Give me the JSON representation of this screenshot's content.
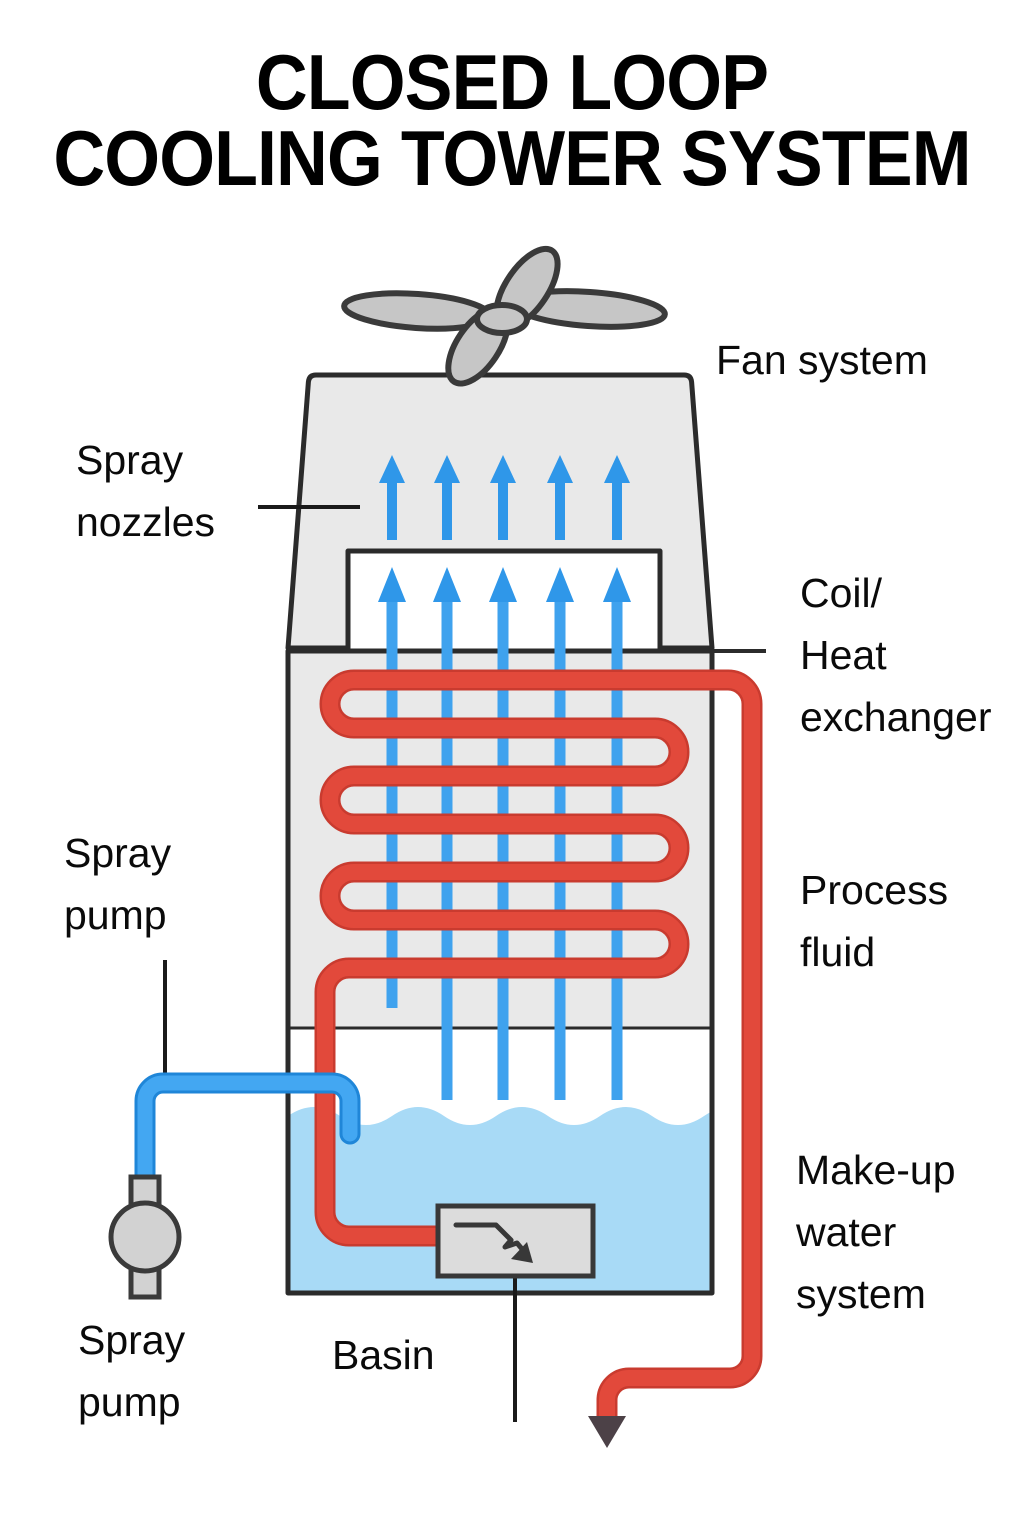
{
  "title": {
    "line1": "CLOSED LOOP",
    "line2": "COOLING TOWER SYSTEM"
  },
  "labels": {
    "fan_system": "Fan system",
    "spray_nozzles": "Spray\nnozzles",
    "coil_heat_exchanger": "Coil/\nHeat\nexchanger",
    "spray_pump_upper": "Spray\npump",
    "process_fluid": "Process\nfluid",
    "make_up_water_system": "Make-up\nwater\nsystem",
    "spray_pump_lower": "Spray\npump",
    "basin": "Basin"
  },
  "icons": [
    "fan-icon",
    "spray-arrow-up-icon",
    "coil-pipe-icon",
    "spray-pipe-icon",
    "spray-pump-icon",
    "bleed-valve-icon",
    "outlet-arrow-icon"
  ],
  "colors": {
    "background": "#ffffff",
    "title_text": "#000000",
    "label_text": "#0a0a0a",
    "tower_fill": "#e9e9e9",
    "tower_outline": "#2b2b2b",
    "fan_fill": "#c6c6c6",
    "fan_outline": "#3a3a3a",
    "spray_arrow_blue": "#2f97e9",
    "spray_pipe_blue": "#43a7f2",
    "spray_pipe_blue_dark": "#1f86d8",
    "process_fluid_red": "#e2493b",
    "process_fluid_red_dark": "#c93b2f",
    "basin_water": "#a8daf6",
    "valve_box_fill": "#dcdcdc",
    "pump_fill": "#d2d2d2",
    "outlet_arrow": "#4c4147",
    "pointer_line": "#1a1a1a"
  }
}
